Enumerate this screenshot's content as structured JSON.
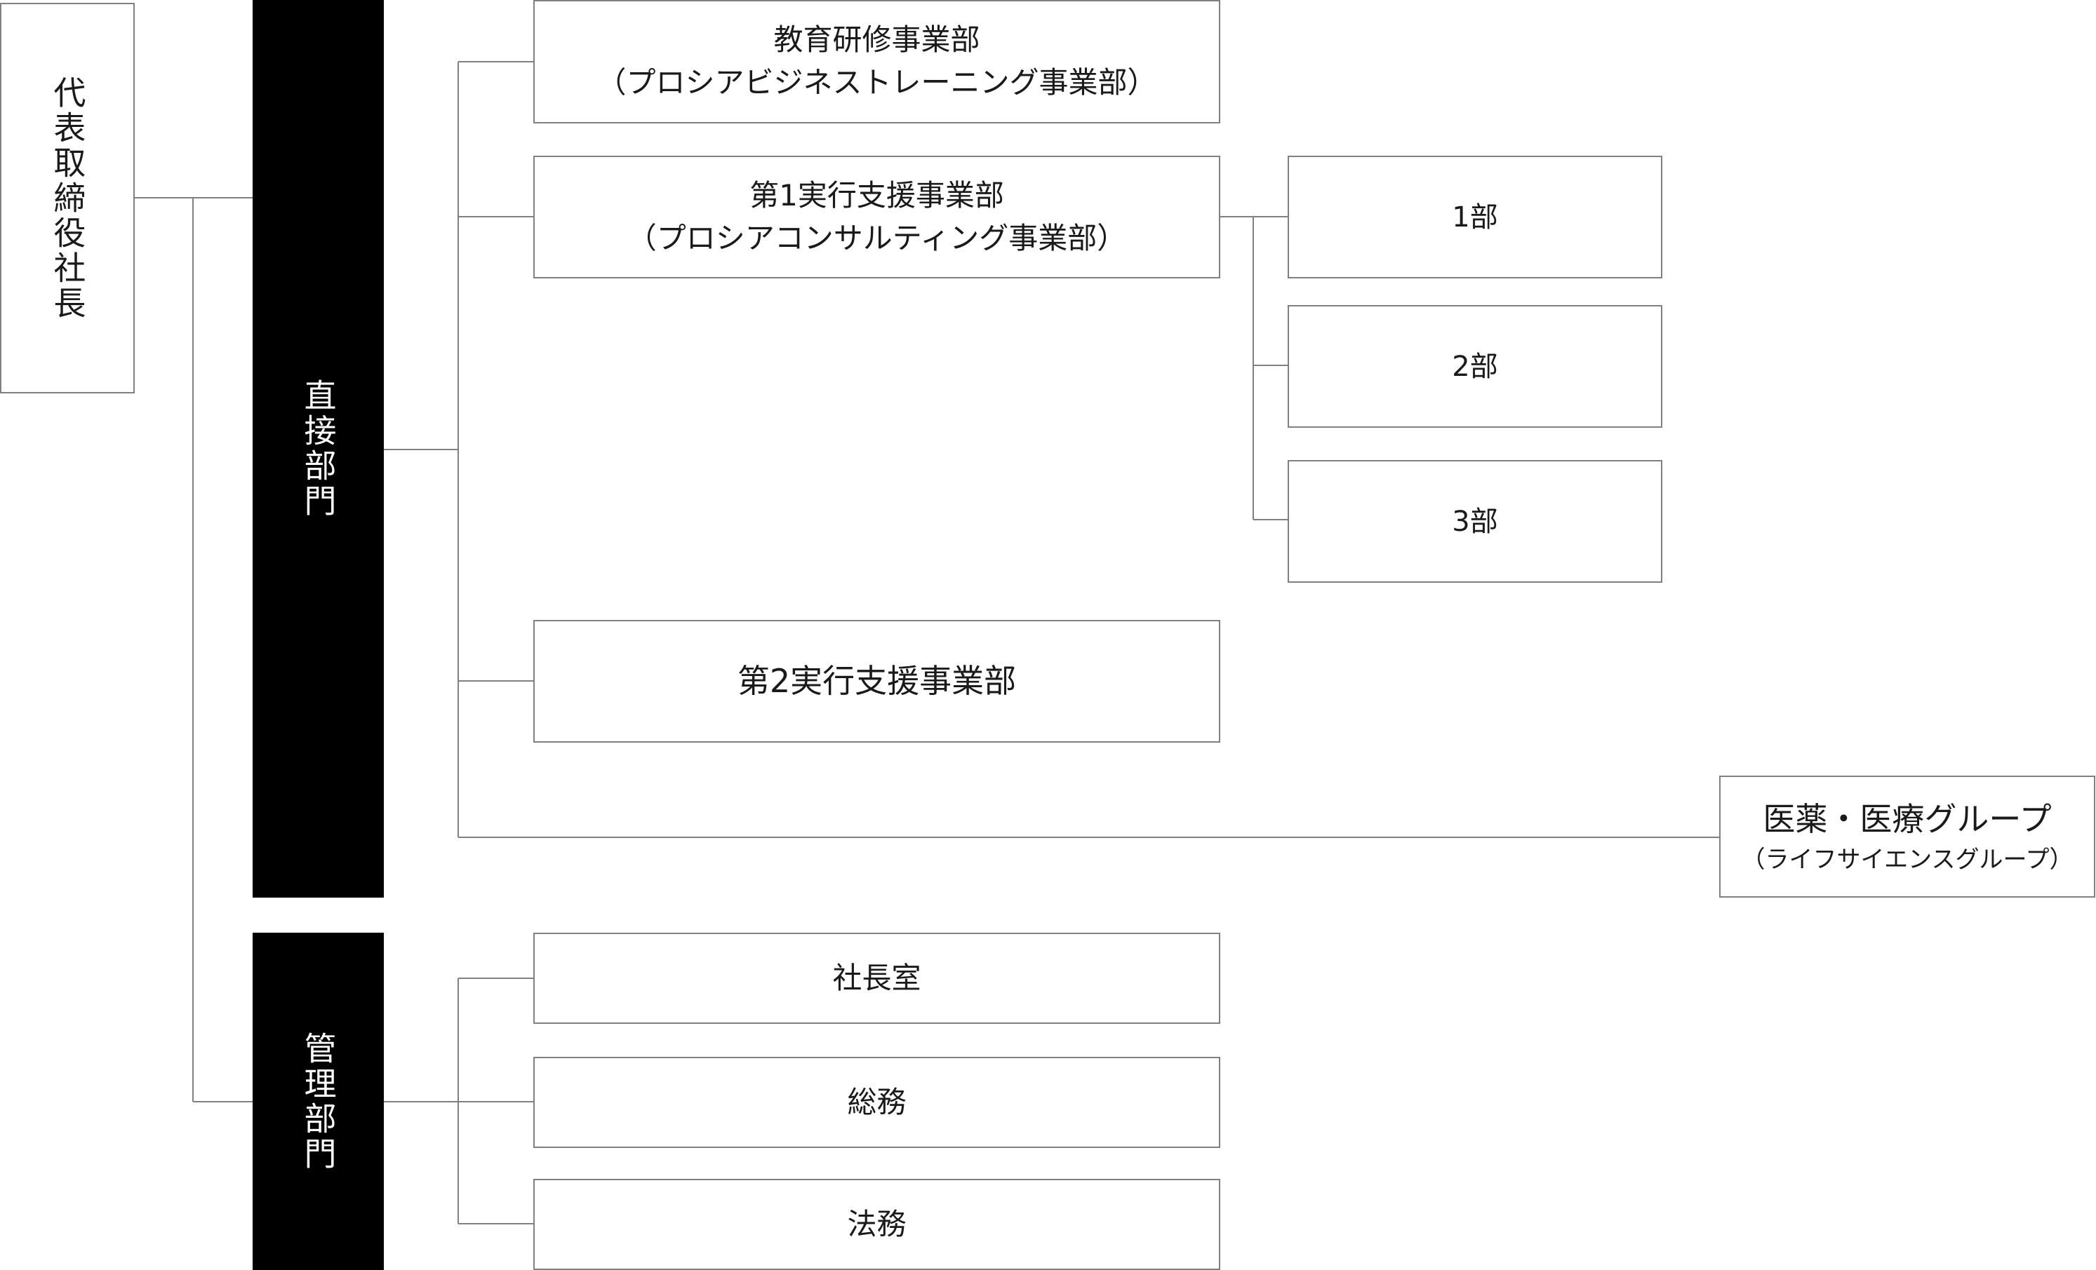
{
  "ceo": {
    "label": "代表取締役社長"
  },
  "direct_division": {
    "label": "直接部門",
    "units": [
      {
        "name": "教育研修事業部",
        "subtitle": "（プロシアビジネストレーニング事業部）"
      },
      {
        "name": "第1実行支援事業部",
        "subtitle": "（プロシアコンサルティング事業部）",
        "departments": [
          "1部",
          "2部",
          "3部"
        ]
      },
      {
        "name": "第2実行支援事業部"
      }
    ],
    "group": {
      "name": "医薬・医療グループ",
      "subtitle": "（ライフサイエンスグループ）"
    }
  },
  "admin_division": {
    "label": "管理部門",
    "units": [
      "社長室",
      "総務",
      "法務"
    ]
  },
  "colors": {
    "line": "#808080",
    "box_border": "#808080",
    "division_fill": "#000000",
    "division_text": "#ffffff"
  }
}
